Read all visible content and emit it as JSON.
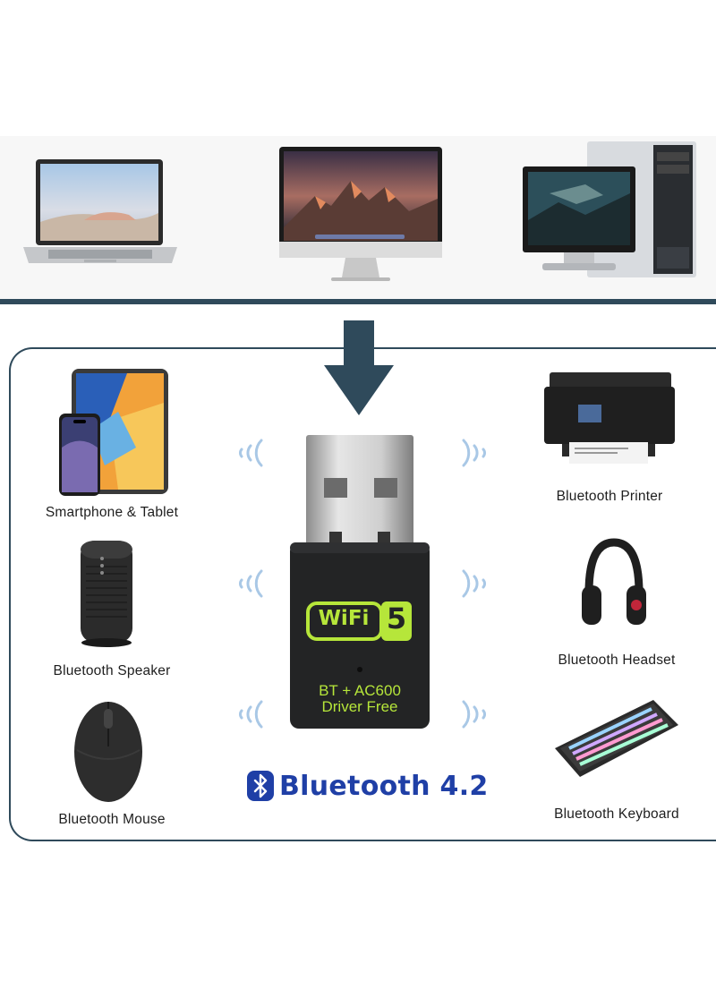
{
  "devices_top": [
    {
      "name": "laptop"
    },
    {
      "name": "imac-monitor"
    },
    {
      "name": "desktop-pc"
    }
  ],
  "devices": {
    "smartphone_tablet": "Smartphone & Tablet",
    "speaker": "Bluetooth Speaker",
    "mouse": "Bluetooth Mouse",
    "printer": "Bluetooth Printer",
    "headset": "Bluetooth Headset",
    "keyboard": "Bluetooth Keyboard"
  },
  "dongle": {
    "wifi_text": "WiFi",
    "wifi_num": "5",
    "line1": "BT + AC600",
    "line2": "Driver Free"
  },
  "bluetooth_version": "Bluetooth 4.2",
  "colors": {
    "accent": "#2f4a5b",
    "bluetooth_blue": "#1f3fa6",
    "wifi_green": "#b6e63a",
    "wave_blue": "#a9c8e6"
  },
  "icons": [
    "arrow-down-icon",
    "wifi-wave-icon",
    "bluetooth-icon"
  ]
}
